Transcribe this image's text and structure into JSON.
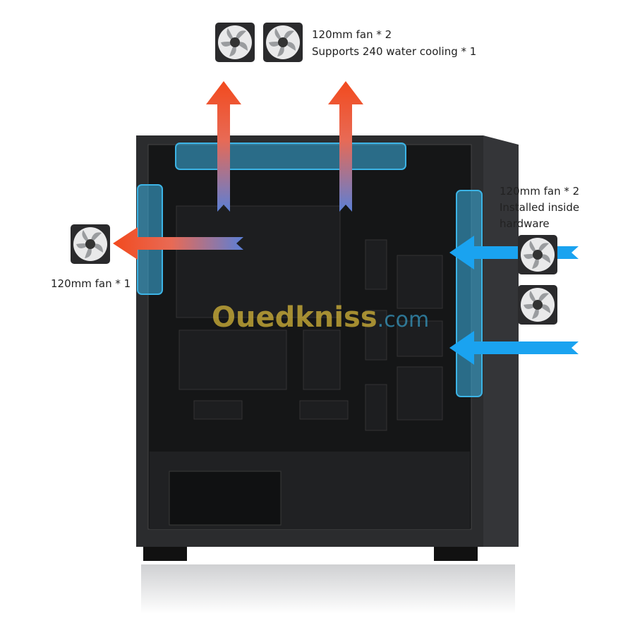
{
  "annotations": {
    "top_line1": "120mm fan * 2",
    "top_line2": "Supports 240 water cooling * 1",
    "right_line1": "120mm fan * 2",
    "right_line2": "Installed inside",
    "right_line3": "hardware",
    "left_line1": "120mm fan * 1"
  },
  "watermark": {
    "brand": "Ouedkniss",
    "suffix": ".com"
  },
  "colors": {
    "exhaust": "#f04a23",
    "intake": "#1aa3f0",
    "highlight": "#3cb4e6",
    "case": "#1e1f21"
  },
  "icons": [
    "fan-icon",
    "arrow-up-icon",
    "arrow-left-icon"
  ]
}
